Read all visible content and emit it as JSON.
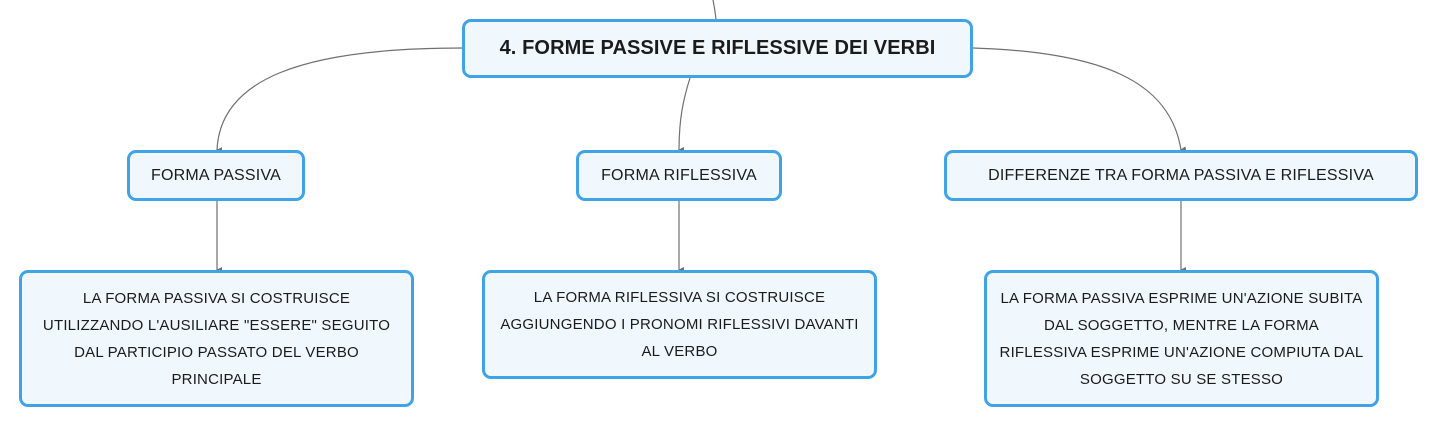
{
  "root": {
    "label": "4. FORME PASSIVE E RIFLESSIVE DEI VERBI"
  },
  "topics": [
    {
      "label": "FORMA PASSIVA",
      "detail": "LA FORMA PASSIVA SI COSTRUISCE UTILIZZANDO L'AUSILIARE \"ESSERE\" SEGUITO DAL PARTICIPIO PASSATO DEL VERBO PRINCIPALE"
    },
    {
      "label": "FORMA RIFLESSIVA",
      "detail": "LA FORMA RIFLESSIVA SI COSTRUISCE AGGIUNGENDO I PRONOMI RIFLESSIVI DAVANTI AL VERBO"
    },
    {
      "label": "DIFFERENZE TRA FORMA PASSIVA E RIFLESSIVA",
      "detail": "LA FORMA PASSIVA ESPRIME UN'AZIONE SUBITA DAL SOGGETTO, MENTRE LA FORMA RIFLESSIVA ESPRIME UN'AZIONE COMPIUTA DAL SOGGETTO SU SE STESSO"
    }
  ],
  "colors": {
    "node_border": "#3fa3e6",
    "node_fill": "#f0f7fd",
    "connector": "#6f6f6f"
  }
}
